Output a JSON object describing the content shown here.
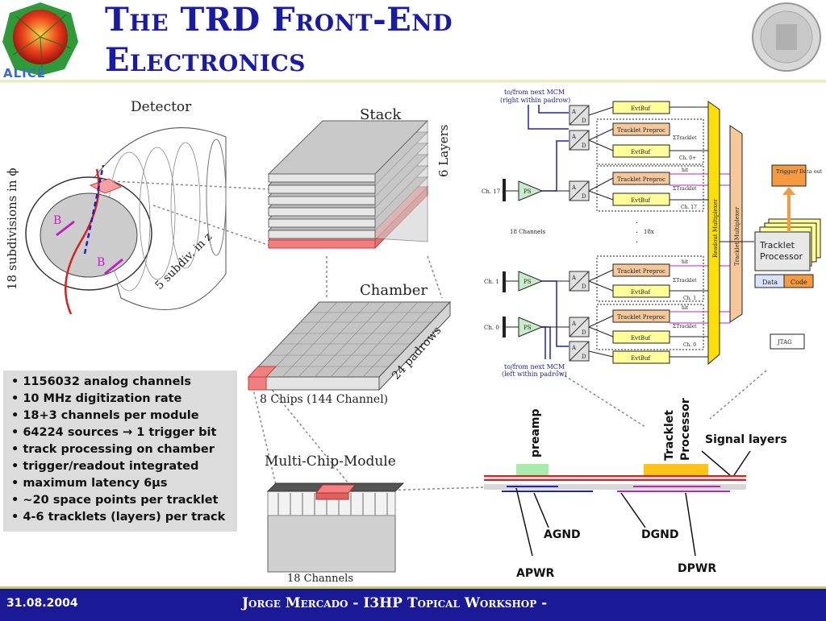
{
  "slide": {
    "title_line1": "The TRD Front-End",
    "title_line2": "Electronics",
    "logo_text": "ALICE",
    "footer_date": "31.08.2004",
    "footer_title": "Jorge Mercado - I3HP Topical Workshop -"
  },
  "detector": {
    "label": "Detector",
    "phi_label": "18 subdivisions in ϕ",
    "z_label": "5 subdiv. in z",
    "b_label": "B"
  },
  "stack": {
    "label": "Stack",
    "layers_label": "6 Layers"
  },
  "chamber": {
    "label": "Chamber",
    "padrows_label": "24 padrows",
    "chips_label": "8 Chips (144 Channel)"
  },
  "mcm": {
    "label": "Multi-Chip-Module",
    "channels_label": "18 Channels"
  },
  "bullets": [
    "1156032 analog channels",
    "10 MHz digitization rate",
    "18+3 channels per module",
    "64224 sources → 1 trigger bit",
    "track processing on chamber",
    "trigger/readout integrated",
    "maximum latency 6μs",
    "~20 space points per tracklet",
    "4-6 tracklets (layers) per track"
  ],
  "schematic": {
    "top_note_1": "to/from next MCM",
    "top_note_2": "(right within padrow)",
    "bottom_note_1": "to/from next MCM",
    "bottom_note_2": "(left within padrow)",
    "ch17": "Ch. 17",
    "ch1": "Ch. 1",
    "ch0": "Ch. 0",
    "ps": "PS",
    "ad_top": "A",
    "ad_bottom": "D",
    "evtbuf": "EvtBuf",
    "tracklet_preproc": "Tracklet Preproc",
    "sum_tracklet": "ΣTracklet",
    "hit": "hit",
    "ch0_plus": "Ch. 0+",
    "ch17_small": "Ch. 17",
    "ch1_small": "Ch. 1",
    "ch0_small": "Ch. 0",
    "channels18": "18 Channels",
    "x18": "18x",
    "readout_mux": "Readout Multiplexer",
    "tracklet_mux": "Tracklet Multiplexer",
    "trigger_out": "Trigger/ Data out",
    "tracklet_processor": "Tracklet Processor",
    "data": "Data",
    "code": "Code",
    "jtag": "JTAG"
  },
  "crosssection": {
    "preamp": "preamp",
    "tracklet_processor_1": "Tracklet",
    "tracklet_processor_2": "Processor",
    "signal_layers": "Signal layers",
    "agnd": "AGND",
    "dgnd": "DGND",
    "apwr": "APWR",
    "dpwr": "DPWR"
  },
  "colors": {
    "title": "#1a1aa8",
    "footer_bg": "#1a1a96",
    "evtbuf": "#ffff99",
    "preproc": "#f5c89a",
    "mux": "#ffe000",
    "pink": "#f28080"
  }
}
